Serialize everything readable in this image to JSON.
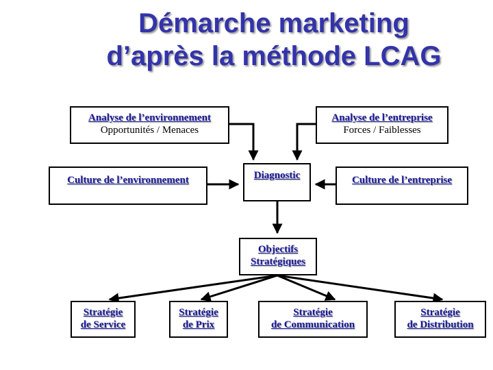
{
  "title": {
    "line1": "Démarche marketing",
    "line2": "d’après la méthode LCAG"
  },
  "boxes": {
    "analyse_env": {
      "label": "Analyse de l’environnement",
      "sub": "Opportunités / Menaces"
    },
    "analyse_ent": {
      "label": "Analyse de l’entreprise",
      "sub": "Forces / Faiblesses"
    },
    "culture_env": {
      "label": "Culture de l’environnement"
    },
    "culture_ent": {
      "label": "Culture de l’entreprise"
    },
    "diagnostic": {
      "label": "Diagnostic"
    },
    "objectifs": {
      "line1": "Objectifs",
      "line2": "Stratégiques"
    },
    "strat_service": {
      "line1": "Stratégie",
      "line2": "de Service"
    },
    "strat_prix": {
      "line1": "Stratégie",
      "line2": "de Prix"
    },
    "strat_comm": {
      "line1": "Stratégie",
      "line2": "de Communication"
    },
    "strat_dist": {
      "line1": "Stratégie",
      "line2": "de Distribution"
    }
  },
  "colors": {
    "title": "#3333aa",
    "label": "#1a1a99",
    "line": "#000000"
  }
}
